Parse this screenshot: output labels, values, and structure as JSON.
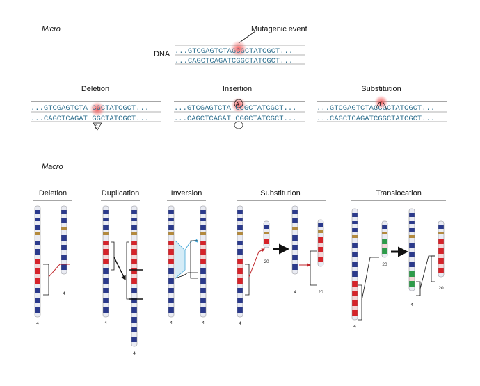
{
  "micro": {
    "section_label": "Micro",
    "mutagenic_event_label": "Mutagenic event",
    "dna_label": "DNA",
    "reference": {
      "top": "...GTCGAGTCTAGCGCTATCGCT...",
      "bottom": "...CAGCTCAGATCGGCTATCGCT..."
    },
    "panels": [
      {
        "title": "Deletion",
        "top": "...GTCGAGTCTA CGCTATCGCT...",
        "bottom": "...CAGCTCAGAT GGCTATCGCT...",
        "marker": "C"
      },
      {
        "title": "Insertion",
        "top": "...GTCGAGTCTA GCGCTATCGCT...",
        "bottom": "...CAGCTCAGAT CGGCTATCGCT...",
        "marker": "A"
      },
      {
        "title": "Substitution",
        "top": "...GTCGAGTCTAGCGCTATCGCT...",
        "bottom": "...CAGCTCAGATCGGCTATCGCT...",
        "marker": "T"
      }
    ]
  },
  "macro": {
    "section_label": "Macro",
    "panels": [
      {
        "title": "Deletion",
        "chromosome_numbers": [
          "4",
          "4"
        ]
      },
      {
        "title": "Duplication",
        "chromosome_numbers": [
          "4",
          "4"
        ]
      },
      {
        "title": "Inversion",
        "chromosome_numbers": [
          "4",
          "4"
        ]
      },
      {
        "title": "Substitution",
        "chromosome_numbers": [
          "4",
          "20",
          "4",
          "20"
        ]
      },
      {
        "title": "Translocation",
        "chromosome_numbers": [
          "4",
          "20",
          "4",
          "20"
        ]
      }
    ]
  },
  "colors": {
    "sequence": "#2e6f8e",
    "band_dark": "#2b3a8c",
    "band_light": "#e9ebf3",
    "centromere": "#b48a3c",
    "highlight_red": "#d6232a",
    "highlight_green": "#2e9c4a",
    "mutation_glow": "#f04a4a",
    "inversion_arrow": "#46a8d8"
  }
}
